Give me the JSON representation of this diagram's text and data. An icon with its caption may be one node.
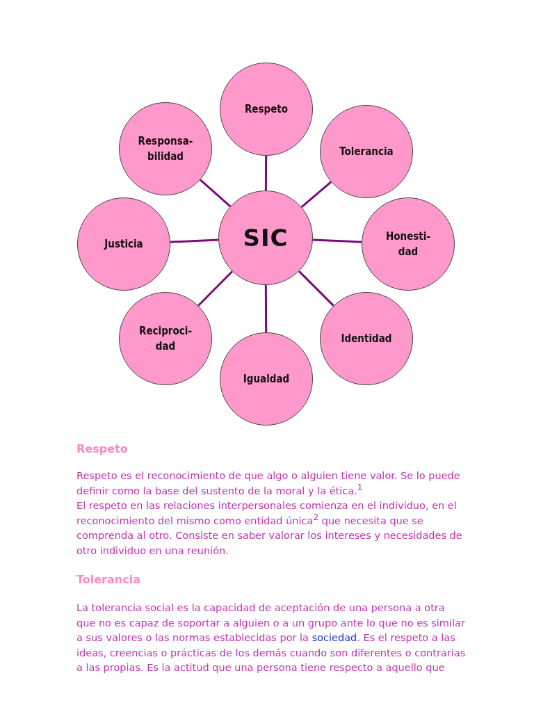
{
  "diagram": {
    "nodes": [
      {
        "text": [
          "SIC"
        ]
      },
      {
        "text": [
          "Respeto"
        ]
      },
      {
        "text": [
          "Responsa- bilidad"
        ]
      },
      {
        "text": [
          "Tolerancia"
        ]
      },
      {
        "text": [
          "Justicia"
        ]
      },
      {
        "text": [
          "Honesti- dad"
        ]
      },
      {
        "text": [
          "Reciproci- dad"
        ]
      },
      {
        "text": [
          "Identidad"
        ]
      },
      {
        "text": [
          "Igualdad"
        ]
      }
    ],
    "edges": [
      {
        "from": 0,
        "to": 1,
        "arrow": "none"
      },
      {
        "from": 0,
        "to": 2,
        "arrow": "none"
      },
      {
        "from": 0,
        "to": 3,
        "arrow": "none"
      },
      {
        "from": 0,
        "to": 4,
        "arrow": "none"
      },
      {
        "from": 0,
        "to": 5,
        "arrow": "none"
      },
      {
        "from": 0,
        "to": 6,
        "arrow": "none"
      },
      {
        "from": 0,
        "to": 7,
        "arrow": "none"
      },
      {
        "from": 0,
        "to": 8,
        "arrow": "none"
      }
    ],
    "labels": [
      "Respeto",
      "Respeto es el reconocimiento de que algo o alguien tiene valor. Se lo puede definir como la base del sustento de la moral y la ética.$^{1}$",
      "El respeto en las relaciones interpersonales comienza en el individuo, en el reconocimiento del mismo como entidad única$^{2}$ que necesita que se comprenda al otro. Consiste en saber valorar los intereses y necesidades de otro individuo en una reunión.",
      "Tolerancia",
      "La tolerancia social es la capacidad de aceptación de una persona a otra que no es capaz de soportar a alguien o a un grupo ante lo que no es similar a sus valores o las normas establecidas por la",
      "sociedad",
      ". Es el respeto a las ideas, creencias o prácticas de los demás cuando son diferentes o contrarias a las propias. Es la actitud que una persona tiene respecto a aquello que"
    ]
  }
}
